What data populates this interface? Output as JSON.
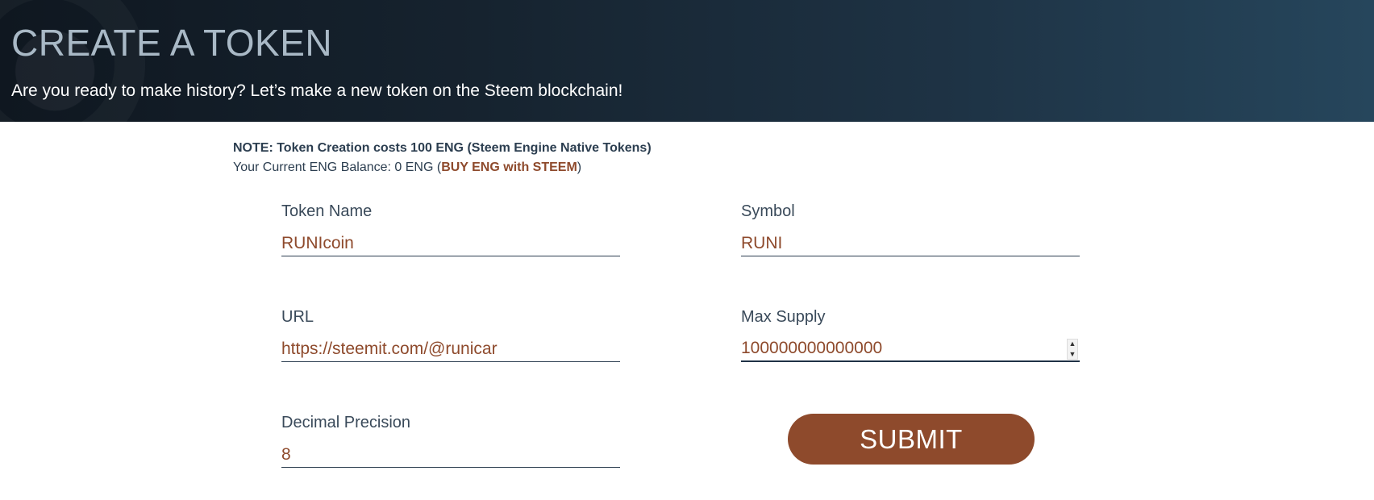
{
  "header": {
    "title": "CREATE A TOKEN",
    "subtitle": "Are you ready to make history? Let’s make a new token on the Steem blockchain!"
  },
  "note": {
    "cost_text": "NOTE: Token Creation costs 100 ENG (Steem Engine Native Tokens)",
    "balance_prefix": "Your Current ENG Balance: 0 ENG (",
    "buy_link": "BUY ENG with STEEM",
    "balance_suffix": ")"
  },
  "form": {
    "token_name": {
      "label": "Token Name",
      "value": "RUNIcoin"
    },
    "symbol": {
      "label": "Symbol",
      "value": "RUNI"
    },
    "url": {
      "label": "URL",
      "value": "https://steemit.com/@runicar"
    },
    "max_supply": {
      "label": "Max Supply",
      "value": "100000000000000"
    },
    "decimal_precision": {
      "label": "Decimal Precision",
      "value": "8"
    },
    "submit_label": "SUBMIT"
  },
  "colors": {
    "accent": "#8e4a2c",
    "text": "#2c3e50",
    "header_title": "#a9b9c6"
  },
  "icons": {
    "spinner_up": "triangle-up-icon",
    "spinner_down": "triangle-down-icon"
  }
}
